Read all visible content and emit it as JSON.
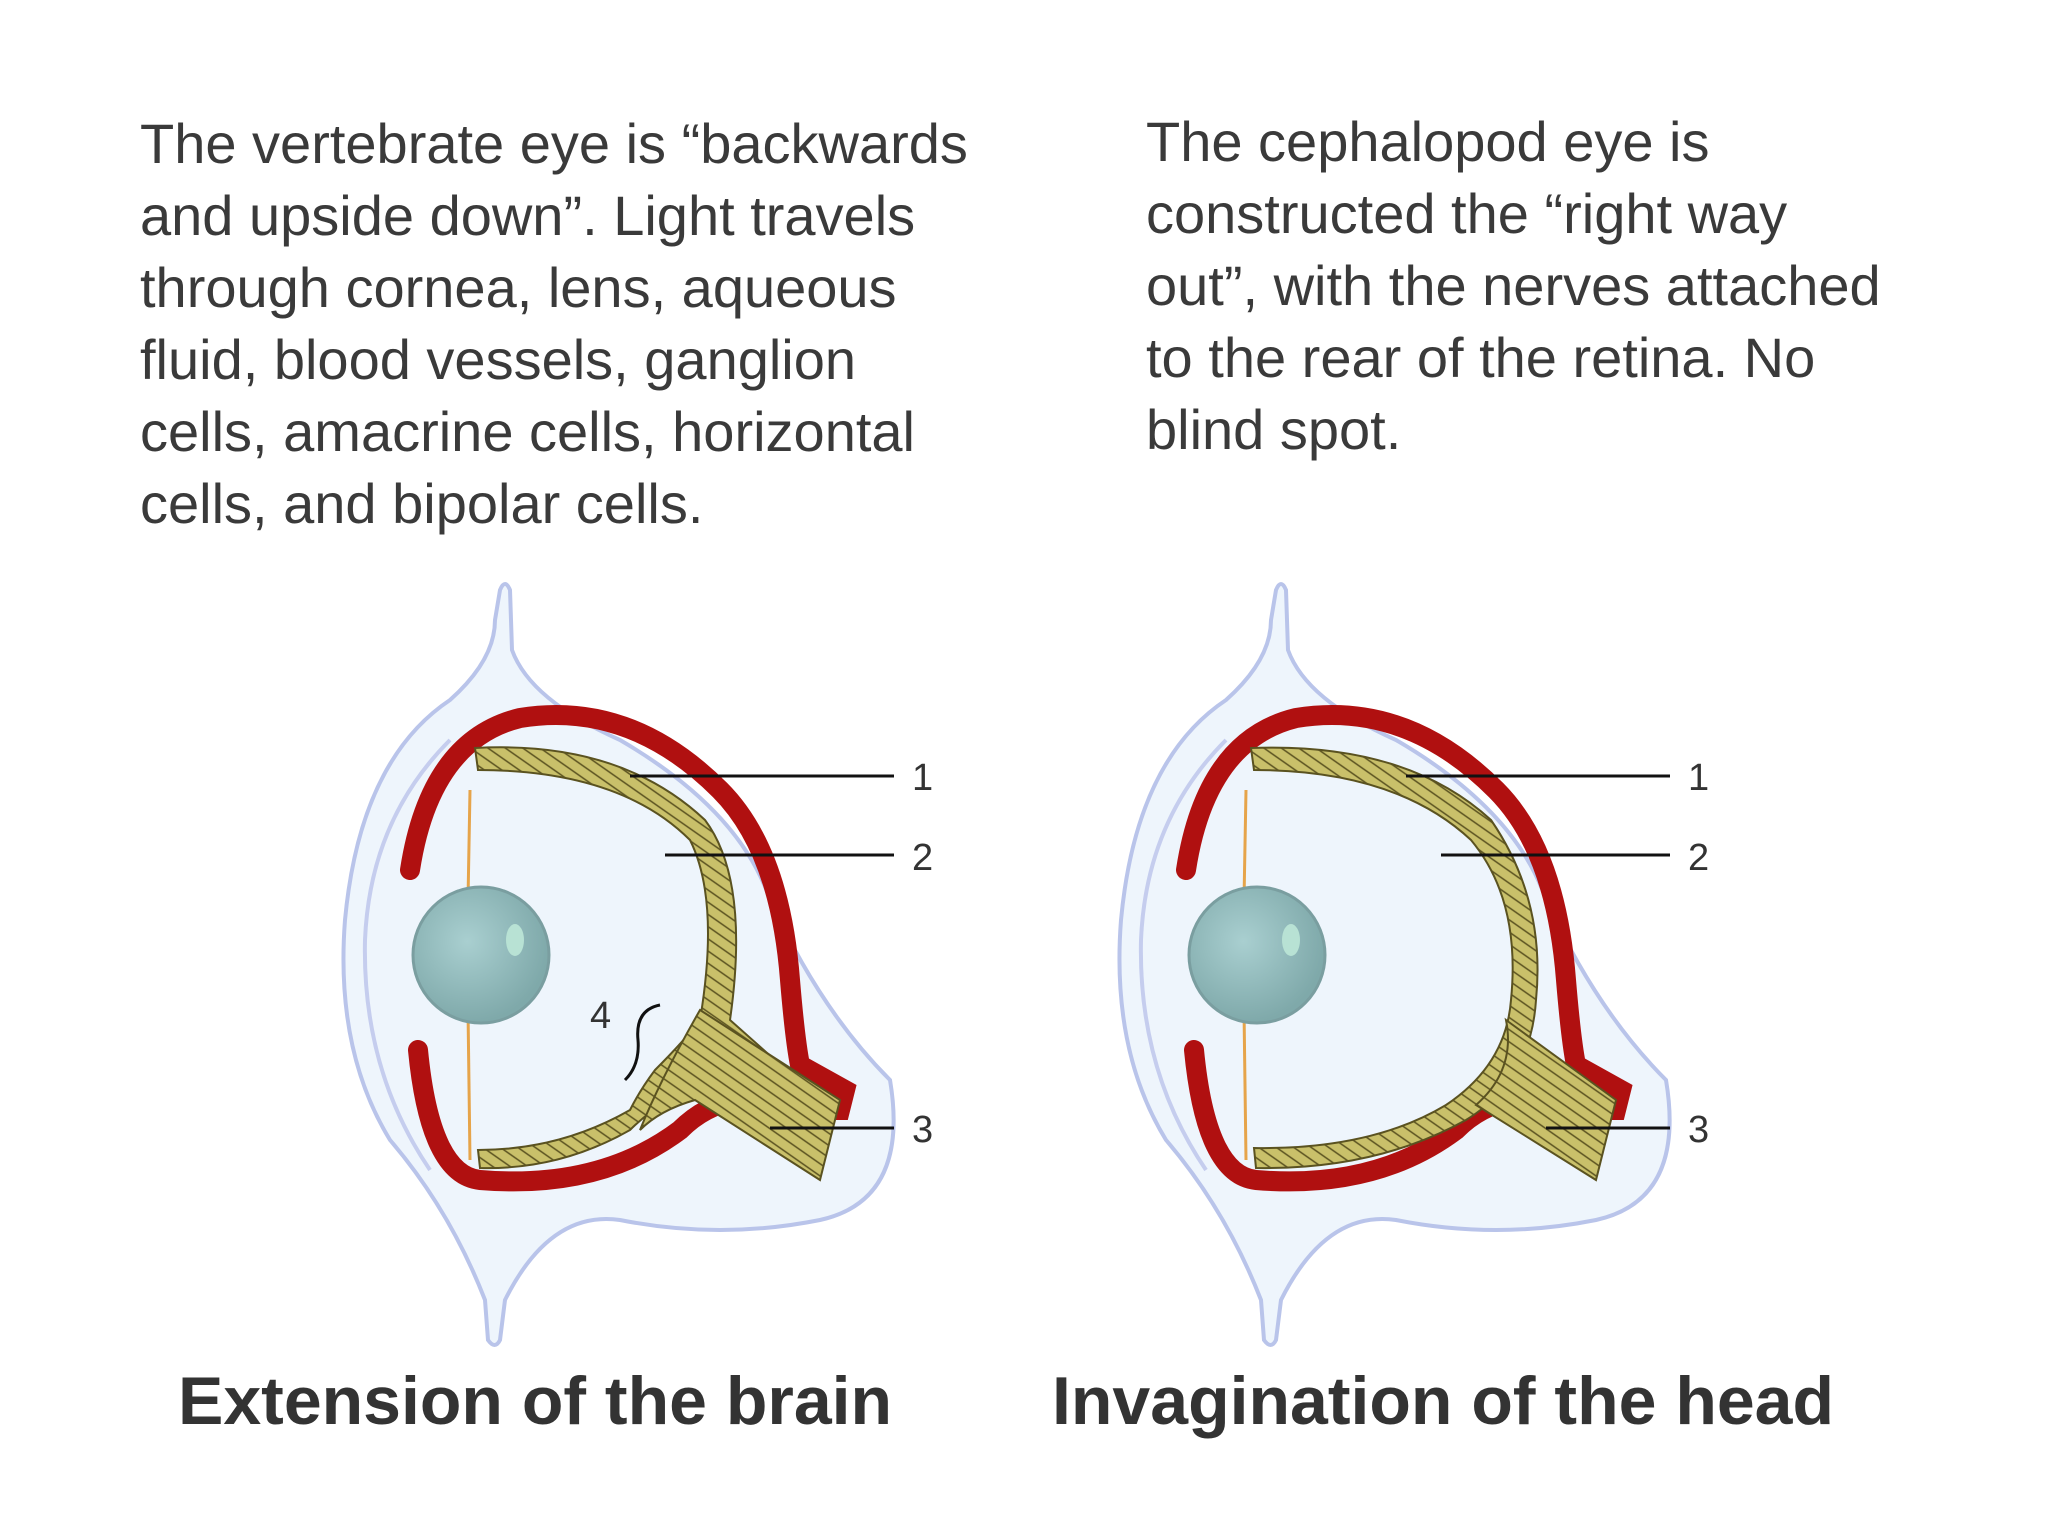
{
  "left": {
    "paragraph": "The vertebrate eye is “backwards\nand upside down”. Light travels\nthrough  cornea, lens, aqueous\nfluid, blood vessels, ganglion\ncells, amacrine cells, horizontal\ncells, and bipolar cells.",
    "caption": "Extension of the brain",
    "labels": [
      "1",
      "2",
      "3",
      "4"
    ]
  },
  "right": {
    "paragraph": "The cephalopod eye is\nconstructed the “right way\nout”, with the nerves attached\nto the rear of the retina. No\nblind spot.",
    "caption": "Invagination of the head",
    "labels": [
      "1",
      "2",
      "3"
    ]
  },
  "colors": {
    "outer_fill": "#eef5fc",
    "outer_stroke": "#b9c4ea",
    "red_layer": "#b01010",
    "retina": "#c9c06a",
    "retina_dark": "#4a4520",
    "lens": "#8fb8b8",
    "fiber": "#e6a44a"
  }
}
